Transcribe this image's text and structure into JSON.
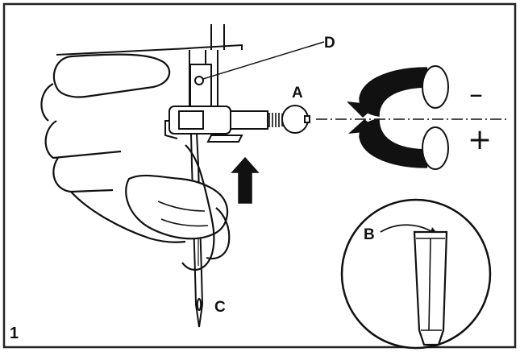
{
  "labels": {
    "figure_number": "1",
    "a": "A",
    "b": "B",
    "c": "C",
    "d": "D",
    "minus": "–",
    "plus": "+"
  },
  "colors": {
    "ink": "#111111",
    "paper": "#ffffff",
    "frame": "#222222",
    "shade": "#555555"
  },
  "icons": {
    "rotation": "rotate-both-directions-icon",
    "push_up": "arrow-up-icon",
    "screwdriver": "screwdriver-icon"
  }
}
